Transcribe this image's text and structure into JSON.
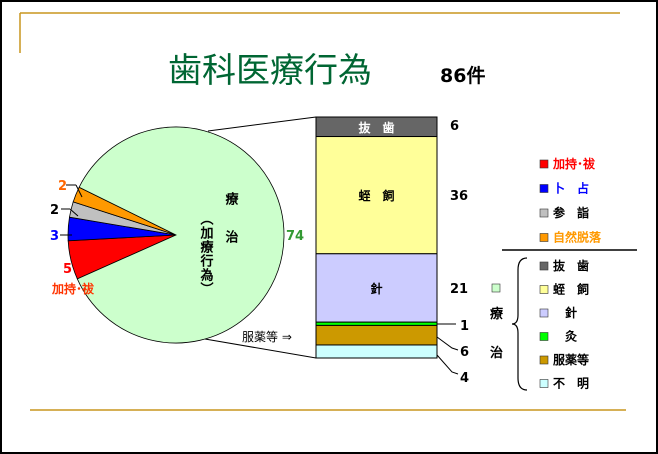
{
  "title": "歯科医療行為",
  "total_label": "86件",
  "chart_data": {
    "type": "pie",
    "title": "歯科医療行為",
    "total": 86,
    "pie": {
      "slices": [
        {
          "name": "療治",
          "value": 74,
          "color": "#ccffcc",
          "label": "74",
          "label_color": "#339933"
        },
        {
          "name": "自然脱落",
          "value": 2,
          "color": "#ff9900",
          "label": "2",
          "label_color": "#ff6600"
        },
        {
          "name": "参詣",
          "value": 2,
          "color": "#c0c0c0",
          "label": "2",
          "label_color": "#000000"
        },
        {
          "name": "卜占",
          "value": 3,
          "color": "#0000ff",
          "label": "3",
          "label_color": "#0000ff"
        },
        {
          "name": "加持・祓",
          "value": 5,
          "color": "#ff0000",
          "label": "5",
          "label_color": "#ff0000"
        }
      ],
      "inner_label_main": "療　治",
      "inner_label_sub": "（加療行為）",
      "red_slice_caption": "加持･祓"
    },
    "bar": {
      "title": "療治 breakdown",
      "segments": [
        {
          "name": "抜歯",
          "inner": "抜　歯",
          "value": 6,
          "color": "#666666",
          "text_color": "#ffffff"
        },
        {
          "name": "蛭飼",
          "inner": "蛭　飼",
          "value": 36,
          "color": "#ffff99",
          "text_color": "#000000"
        },
        {
          "name": "針",
          "inner": "針",
          "value": 21,
          "color": "#ccccff",
          "text_color": "#000000"
        },
        {
          "name": "灸",
          "inner": "",
          "value": 1,
          "color": "#00ff00",
          "text_color": "#000000"
        },
        {
          "name": "服薬等",
          "inner": "",
          "value": 6,
          "color": "#cc9900",
          "text_color": "#000000"
        },
        {
          "name": "不明",
          "inner": "",
          "value": 4,
          "color": "#ccffff",
          "text_color": "#000000"
        }
      ],
      "value_labels": [
        "6",
        "36",
        "21",
        "1",
        "6",
        "4"
      ],
      "callout": "服薬等 ⇒"
    },
    "legend": {
      "placement": "right",
      "top_items": [
        {
          "label": "加持･祓",
          "color": "#ff0000",
          "text_color": "#ff0000"
        },
        {
          "label": "卜　占",
          "color": "#0000ff",
          "text_color": "#0000ff"
        },
        {
          "label": "参　詣",
          "color": "#c0c0c0",
          "text_color": "#000000"
        },
        {
          "label": "自然脱落",
          "color": "#ff9900",
          "text_color": "#ff9900"
        }
      ],
      "group_label": "療治",
      "group_label_chars": [
        "療",
        "治"
      ],
      "group_color": "#ccffcc",
      "group_items": [
        {
          "label": "抜　歯",
          "color": "#666666"
        },
        {
          "label": "蛭　飼",
          "color": "#ffff99"
        },
        {
          "label": "　針",
          "color": "#ccccff"
        },
        {
          "label": "　灸",
          "color": "#00ff00"
        },
        {
          "label": "服薬等",
          "color": "#cc9900"
        },
        {
          "label": "不　明",
          "color": "#ccffff"
        }
      ]
    }
  }
}
